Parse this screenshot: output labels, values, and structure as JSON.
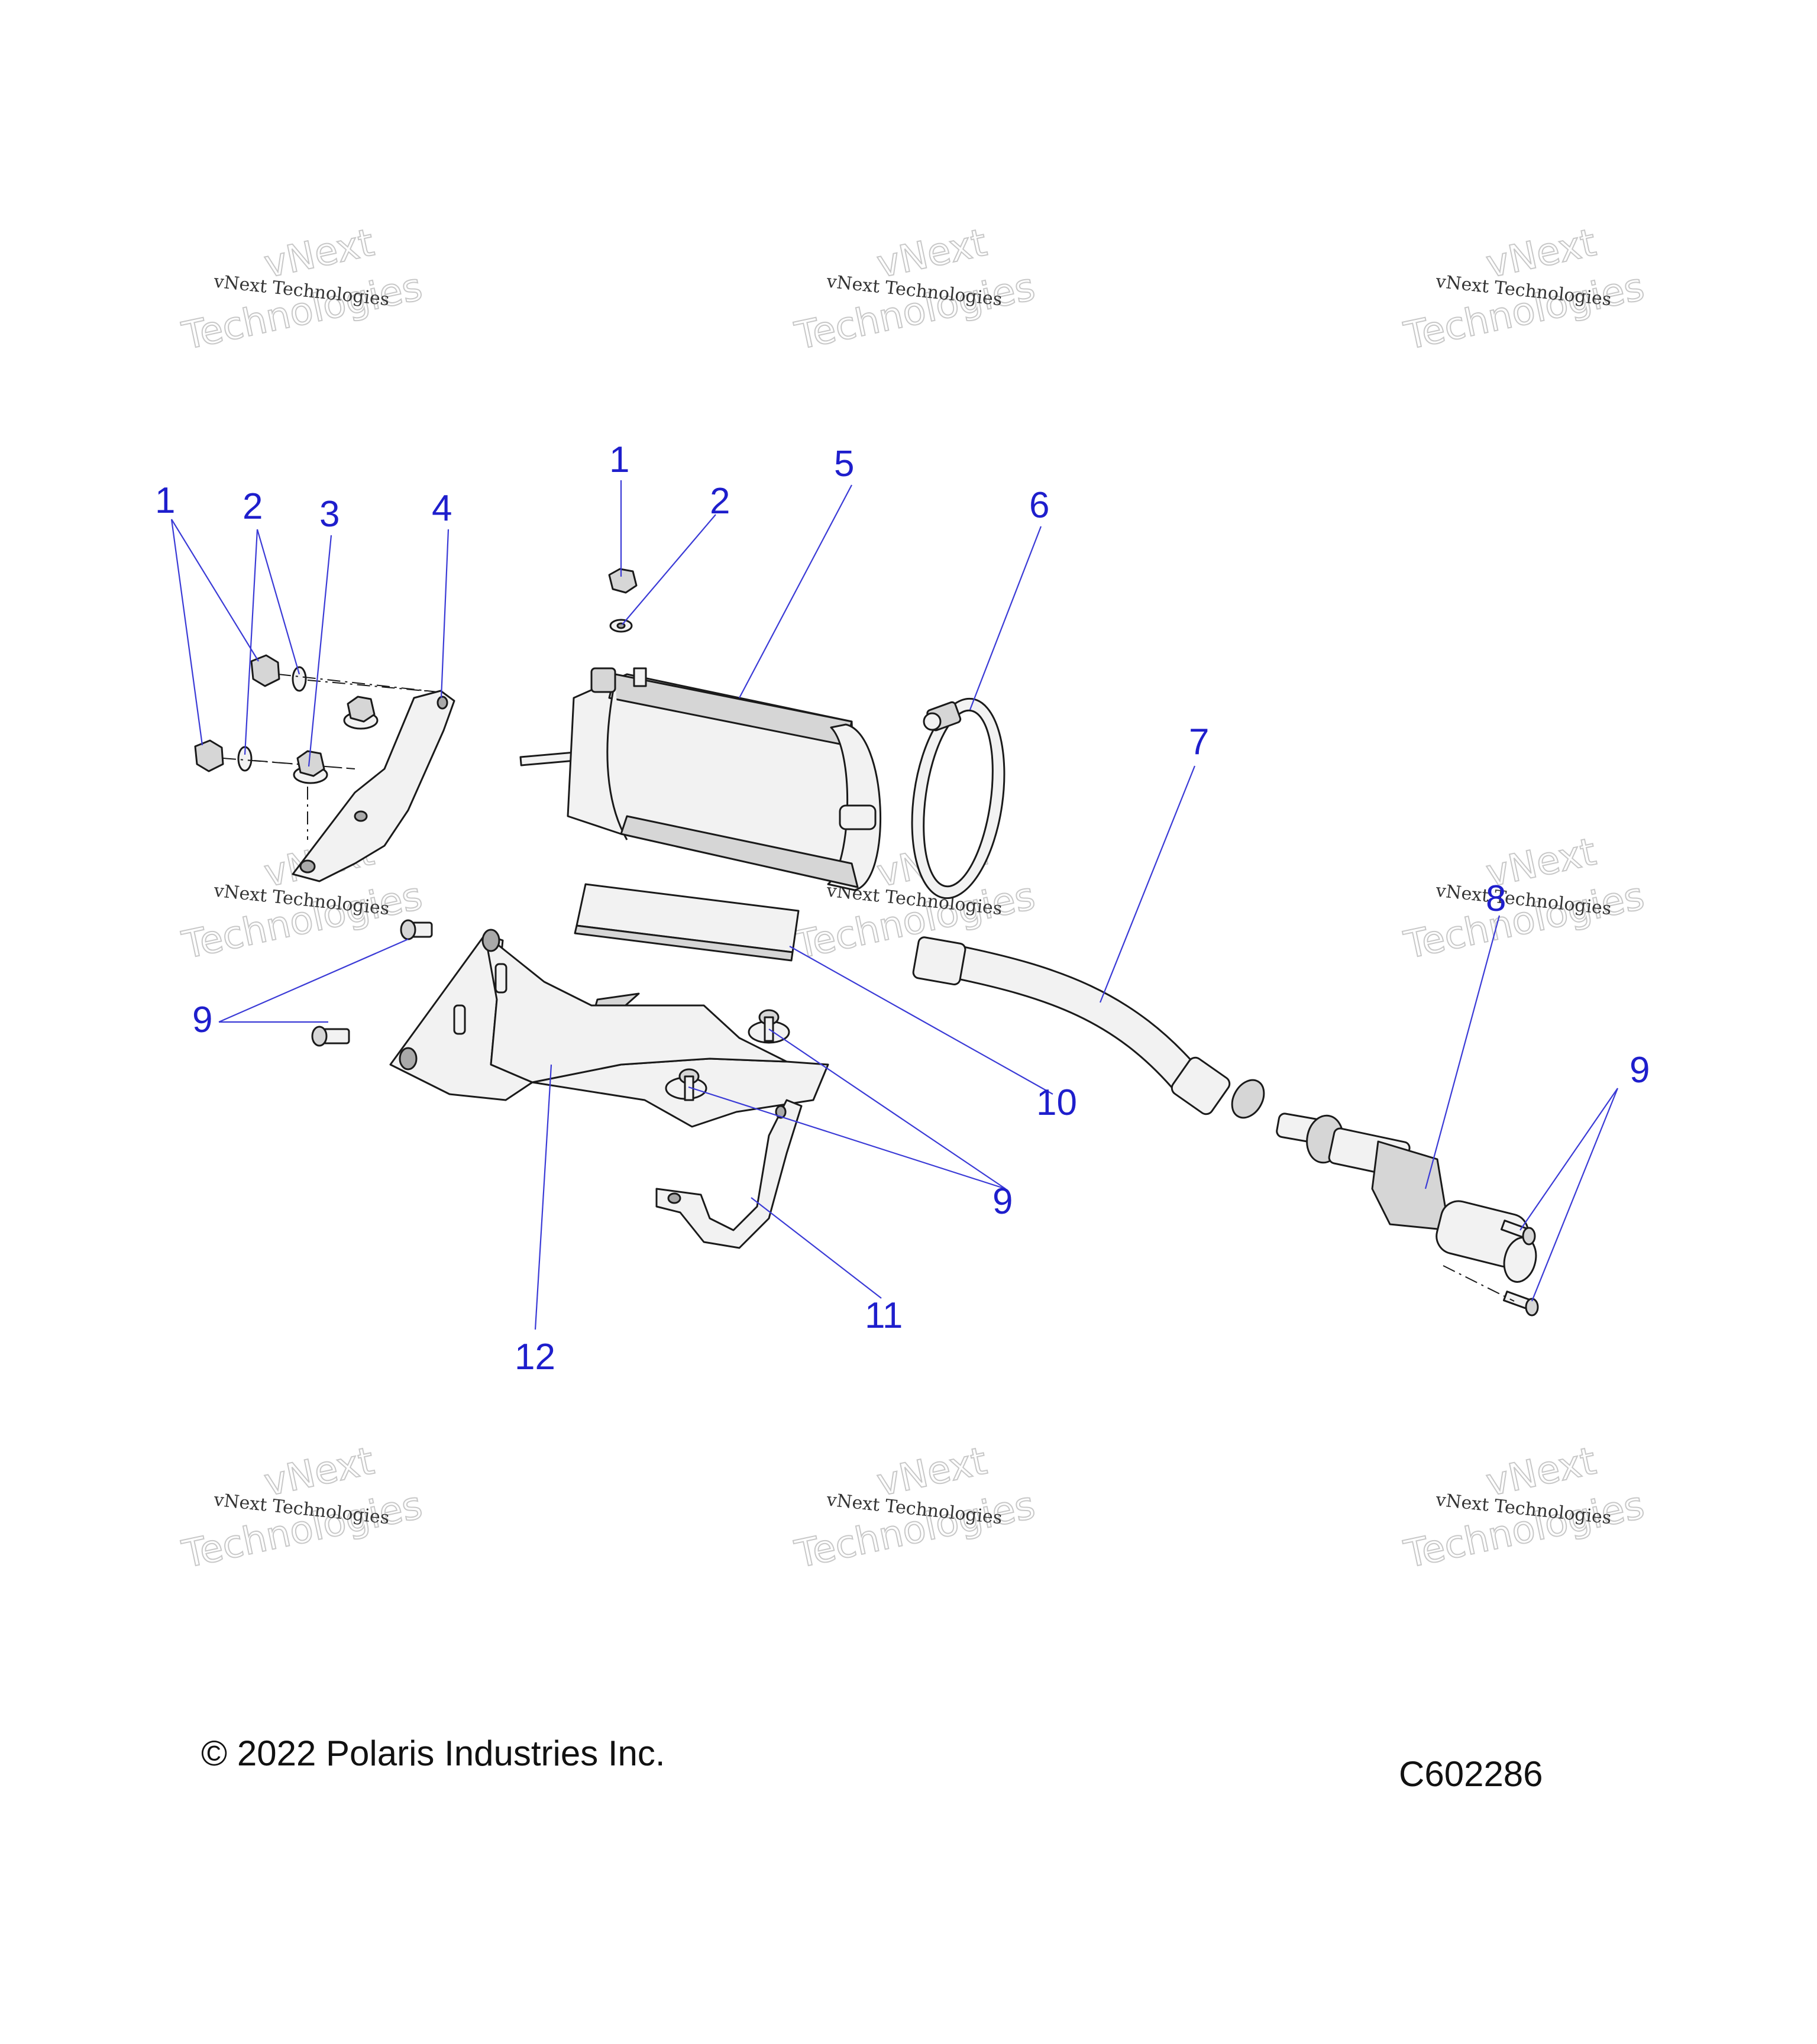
{
  "watermark": {
    "line": "vNext Technologies",
    "top_word": "vNext",
    "bottom_word": "Technologies"
  },
  "callouts": [
    {
      "id": "c-1a",
      "label": "1"
    },
    {
      "id": "c-2a",
      "label": "2"
    },
    {
      "id": "c-3",
      "label": "3"
    },
    {
      "id": "c-4",
      "label": "4"
    },
    {
      "id": "c-1b",
      "label": "1"
    },
    {
      "id": "c-2b",
      "label": "2"
    },
    {
      "id": "c-5",
      "label": "5"
    },
    {
      "id": "c-6",
      "label": "6"
    },
    {
      "id": "c-7",
      "label": "7"
    },
    {
      "id": "c-8",
      "label": "8"
    },
    {
      "id": "c-9a",
      "label": "9"
    },
    {
      "id": "c-9b",
      "label": "9"
    },
    {
      "id": "c-9c",
      "label": "9"
    },
    {
      "id": "c-10",
      "label": "10"
    },
    {
      "id": "c-11",
      "label": "11"
    },
    {
      "id": "c-12",
      "label": "12"
    }
  ],
  "footer": {
    "copyright": "© 2022 Polaris Industries Inc.",
    "diagram_code": "C602286"
  }
}
